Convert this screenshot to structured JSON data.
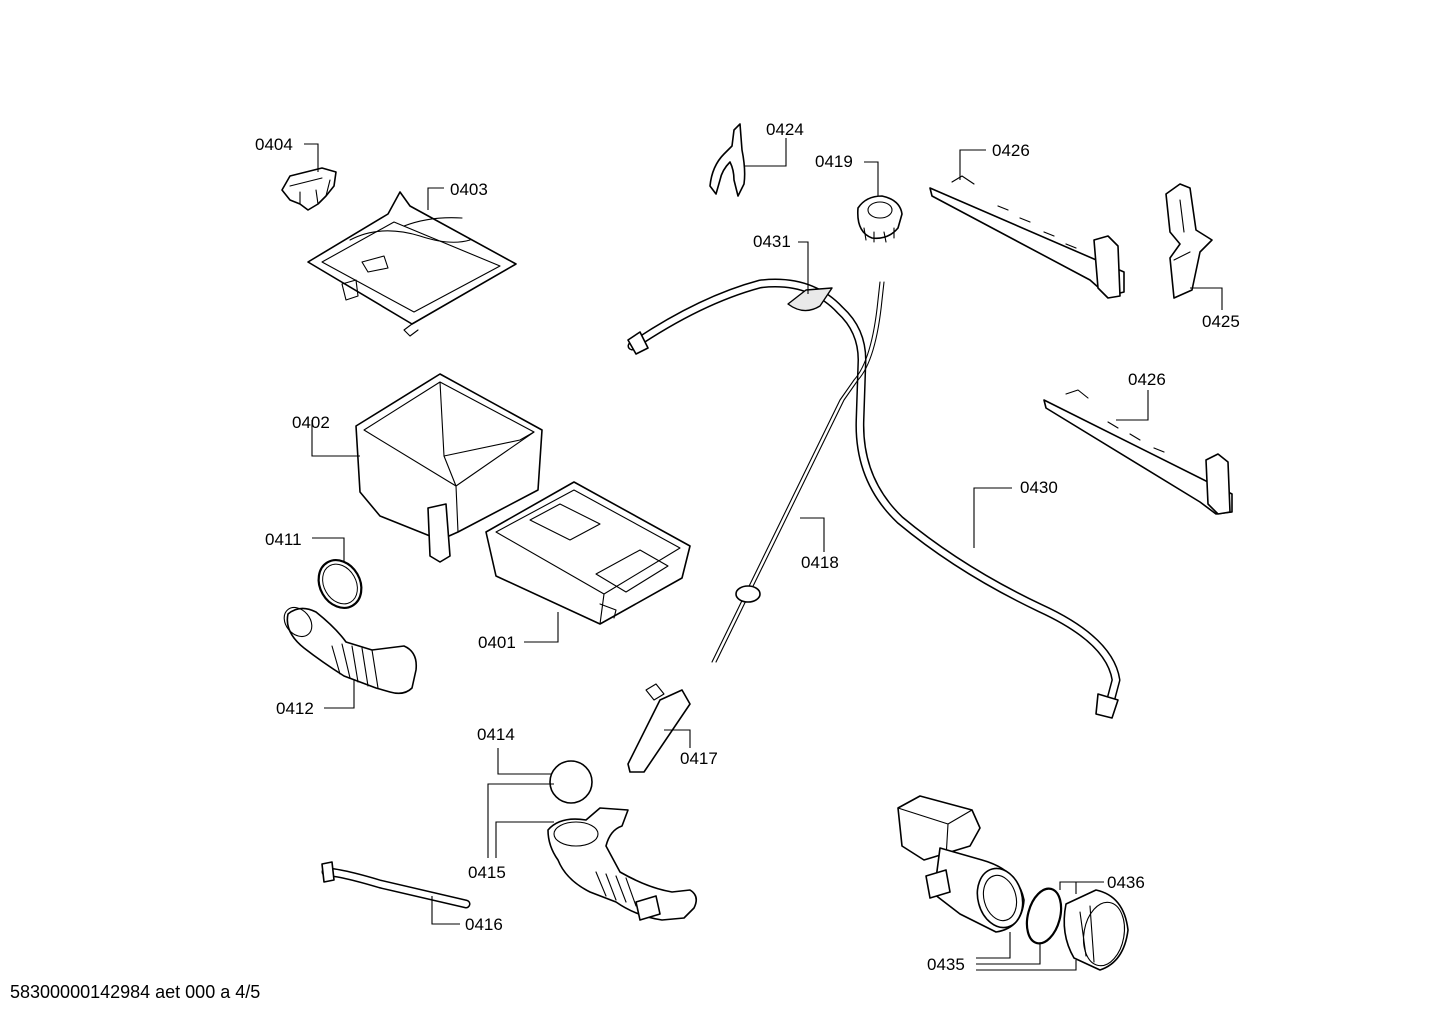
{
  "footer": "58300000142984 aet 000 a 4/5",
  "labels": {
    "p0401": "0401",
    "p0402": "0402",
    "p0403": "0403",
    "p0404": "0404",
    "p0411": "0411",
    "p0412": "0412",
    "p0414": "0414",
    "p0415": "0415",
    "p0416": "0416",
    "p0417": "0417",
    "p0418": "0418",
    "p0419": "0419",
    "p0424": "0424",
    "p0425": "0425",
    "p0426a": "0426",
    "p0426b": "0426",
    "p0430": "0430",
    "p0431": "0431",
    "p0435": "0435",
    "p0436": "0436"
  }
}
